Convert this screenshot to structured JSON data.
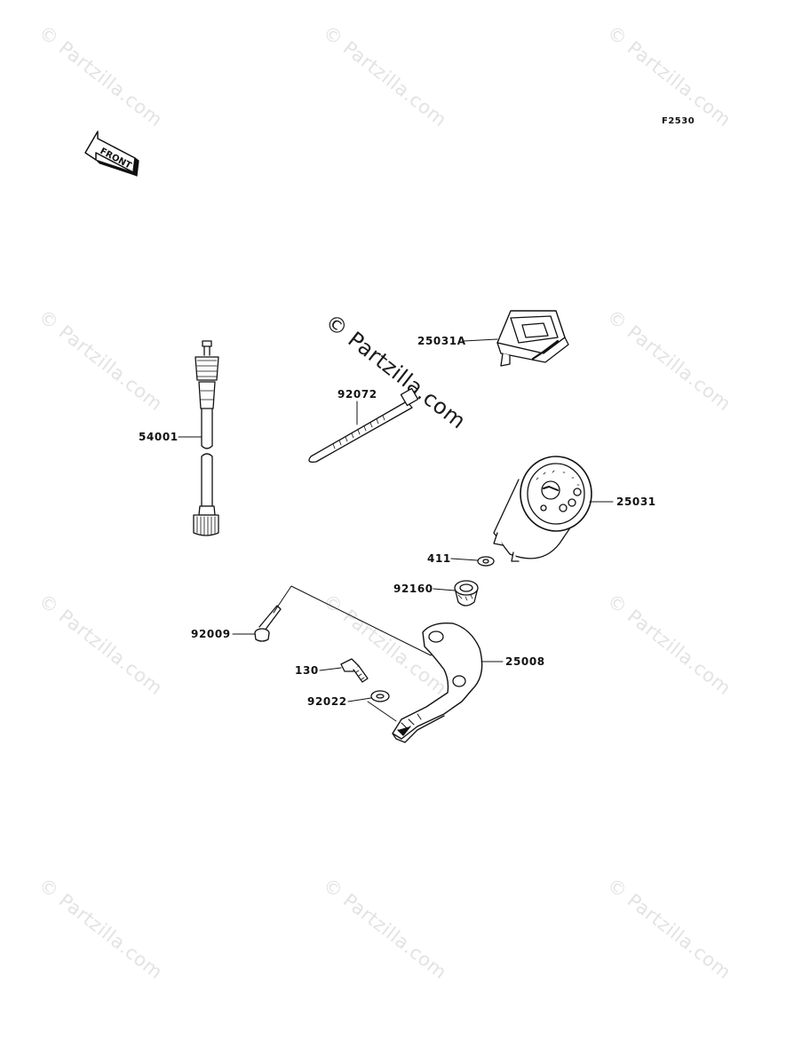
{
  "figure_code": "F2530",
  "front_label": "FRONT",
  "watermark": "© Partzilla.com",
  "parts": {
    "cable": "54001",
    "cable_tie": "92072",
    "meter_sub": "25031A",
    "meter": "25031",
    "washer_411": "411",
    "grommet": "92160",
    "screw": "92009",
    "bracket": "25008",
    "bolt": "130",
    "washer_92022": "92022"
  },
  "colors": {
    "line": "#111111",
    "watermark": "#e3e3e3"
  }
}
